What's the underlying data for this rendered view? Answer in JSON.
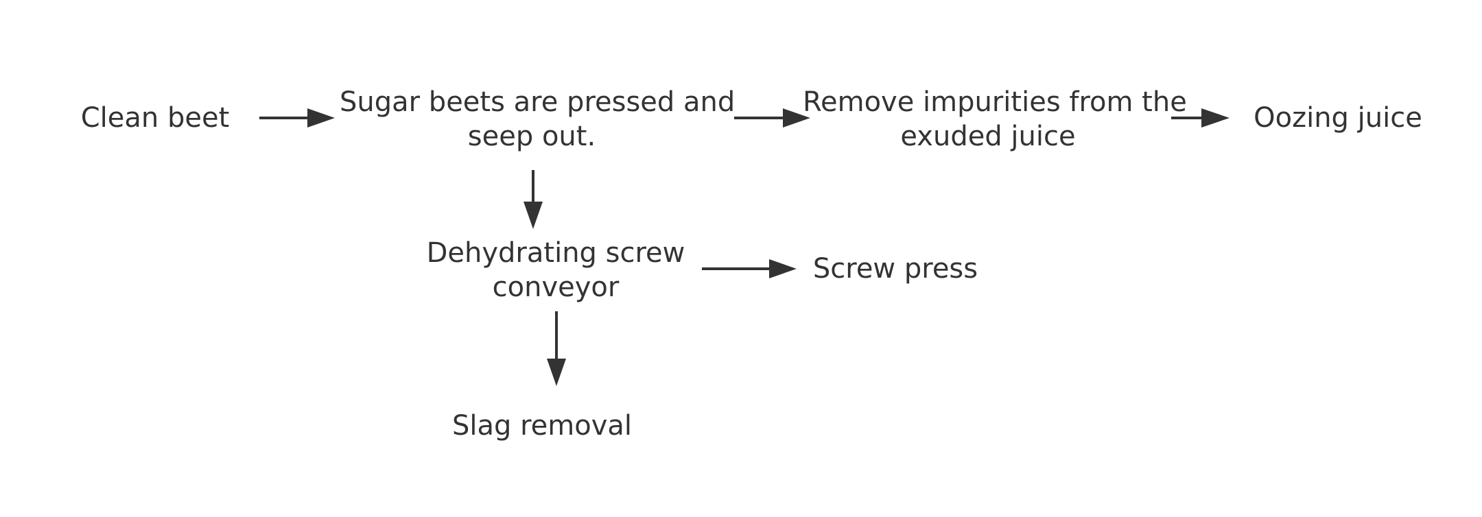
{
  "diagram": {
    "nodes": {
      "clean_beet": {
        "lines": [
          "Clean beet"
        ]
      },
      "pressed": {
        "lines": [
          "Sugar beets are pressed and",
          "seep out."
        ]
      },
      "remove_impurities": {
        "lines": [
          "Remove impurities from the",
          "exuded juice"
        ]
      },
      "oozing_juice": {
        "lines": [
          "Oozing juice"
        ]
      },
      "dehydrating": {
        "lines": [
          "Dehydrating screw",
          "conveyor"
        ]
      },
      "screw_press": {
        "lines": [
          "Screw press"
        ]
      },
      "slag_removal": {
        "lines": [
          "Slag removal"
        ]
      }
    },
    "edges": [
      {
        "from": "clean_beet",
        "to": "pressed"
      },
      {
        "from": "pressed",
        "to": "remove_impurities"
      },
      {
        "from": "remove_impurities",
        "to": "oozing_juice"
      },
      {
        "from": "pressed",
        "to": "dehydrating"
      },
      {
        "from": "dehydrating",
        "to": "screw_press"
      },
      {
        "from": "dehydrating",
        "to": "slag_removal"
      }
    ],
    "colors": {
      "text": "#333333",
      "edge": "#333333",
      "background": "#ffffff"
    }
  }
}
